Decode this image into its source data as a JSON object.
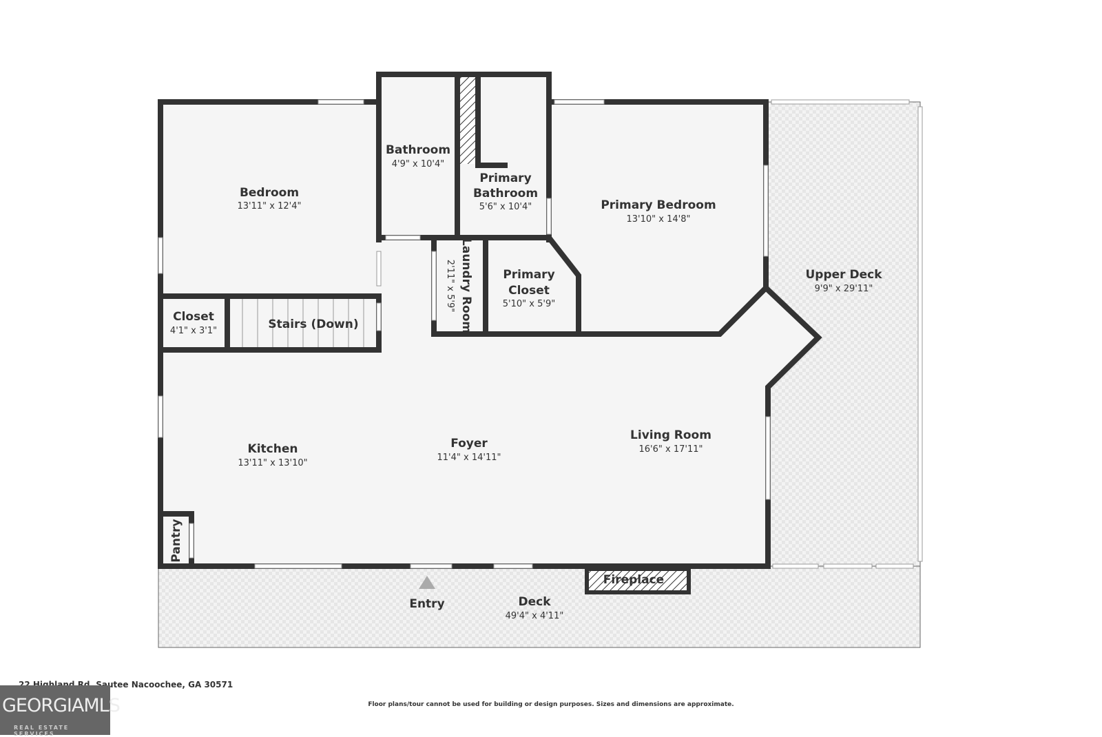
{
  "rooms": {
    "bedroom": {
      "name": "Bedroom",
      "dim": "13'11\" x 12'4\""
    },
    "bathroom": {
      "name": "Bathroom",
      "dim": "4'9\" x 10'4\""
    },
    "primary_bathroom": {
      "name1": "Primary",
      "name2": "Bathroom",
      "dim": "5'6\" x 10'4\""
    },
    "primary_bedroom": {
      "name": "Primary Bedroom",
      "dim": "13'10\" x 14'8\""
    },
    "upper_deck": {
      "name": "Upper Deck",
      "dim": "9'9\" x 29'11\""
    },
    "laundry": {
      "name": "Laundry Room",
      "dim": "2'11\" x 5'9\""
    },
    "primary_closet": {
      "name1": "Primary",
      "name2": "Closet",
      "dim": "5'10\" x 5'9\""
    },
    "closet": {
      "name": "Closet",
      "dim": "4'1\" x 3'1\""
    },
    "stairs": {
      "name": "Stairs (Down)"
    },
    "kitchen": {
      "name": "Kitchen",
      "dim": "13'11\" x 13'10\""
    },
    "foyer": {
      "name": "Foyer",
      "dim": "11'4\" x 14'11\""
    },
    "living": {
      "name": "Living Room",
      "dim": "16'6\" x 17'11\""
    },
    "pantry": {
      "name": "Pantry"
    },
    "fireplace": {
      "name": "Fireplace"
    },
    "entry": {
      "name": "Entry"
    },
    "deck": {
      "name": "Deck",
      "dim": "49'4\" x 4'11\""
    }
  },
  "footer": {
    "address": "22 Highland Rd, Sautee Nacoochee, GA 30571",
    "disclaimer": "Floor plans/tour cannot be used for building or design purposes. Sizes and dimensions are approximate.",
    "logo": "GEORGIAMLS",
    "logo_sub": "REAL ESTATE SERVICES"
  },
  "colors": {
    "wall": "#333333",
    "floor": "#f5f5f5",
    "deck": "#ececec"
  }
}
